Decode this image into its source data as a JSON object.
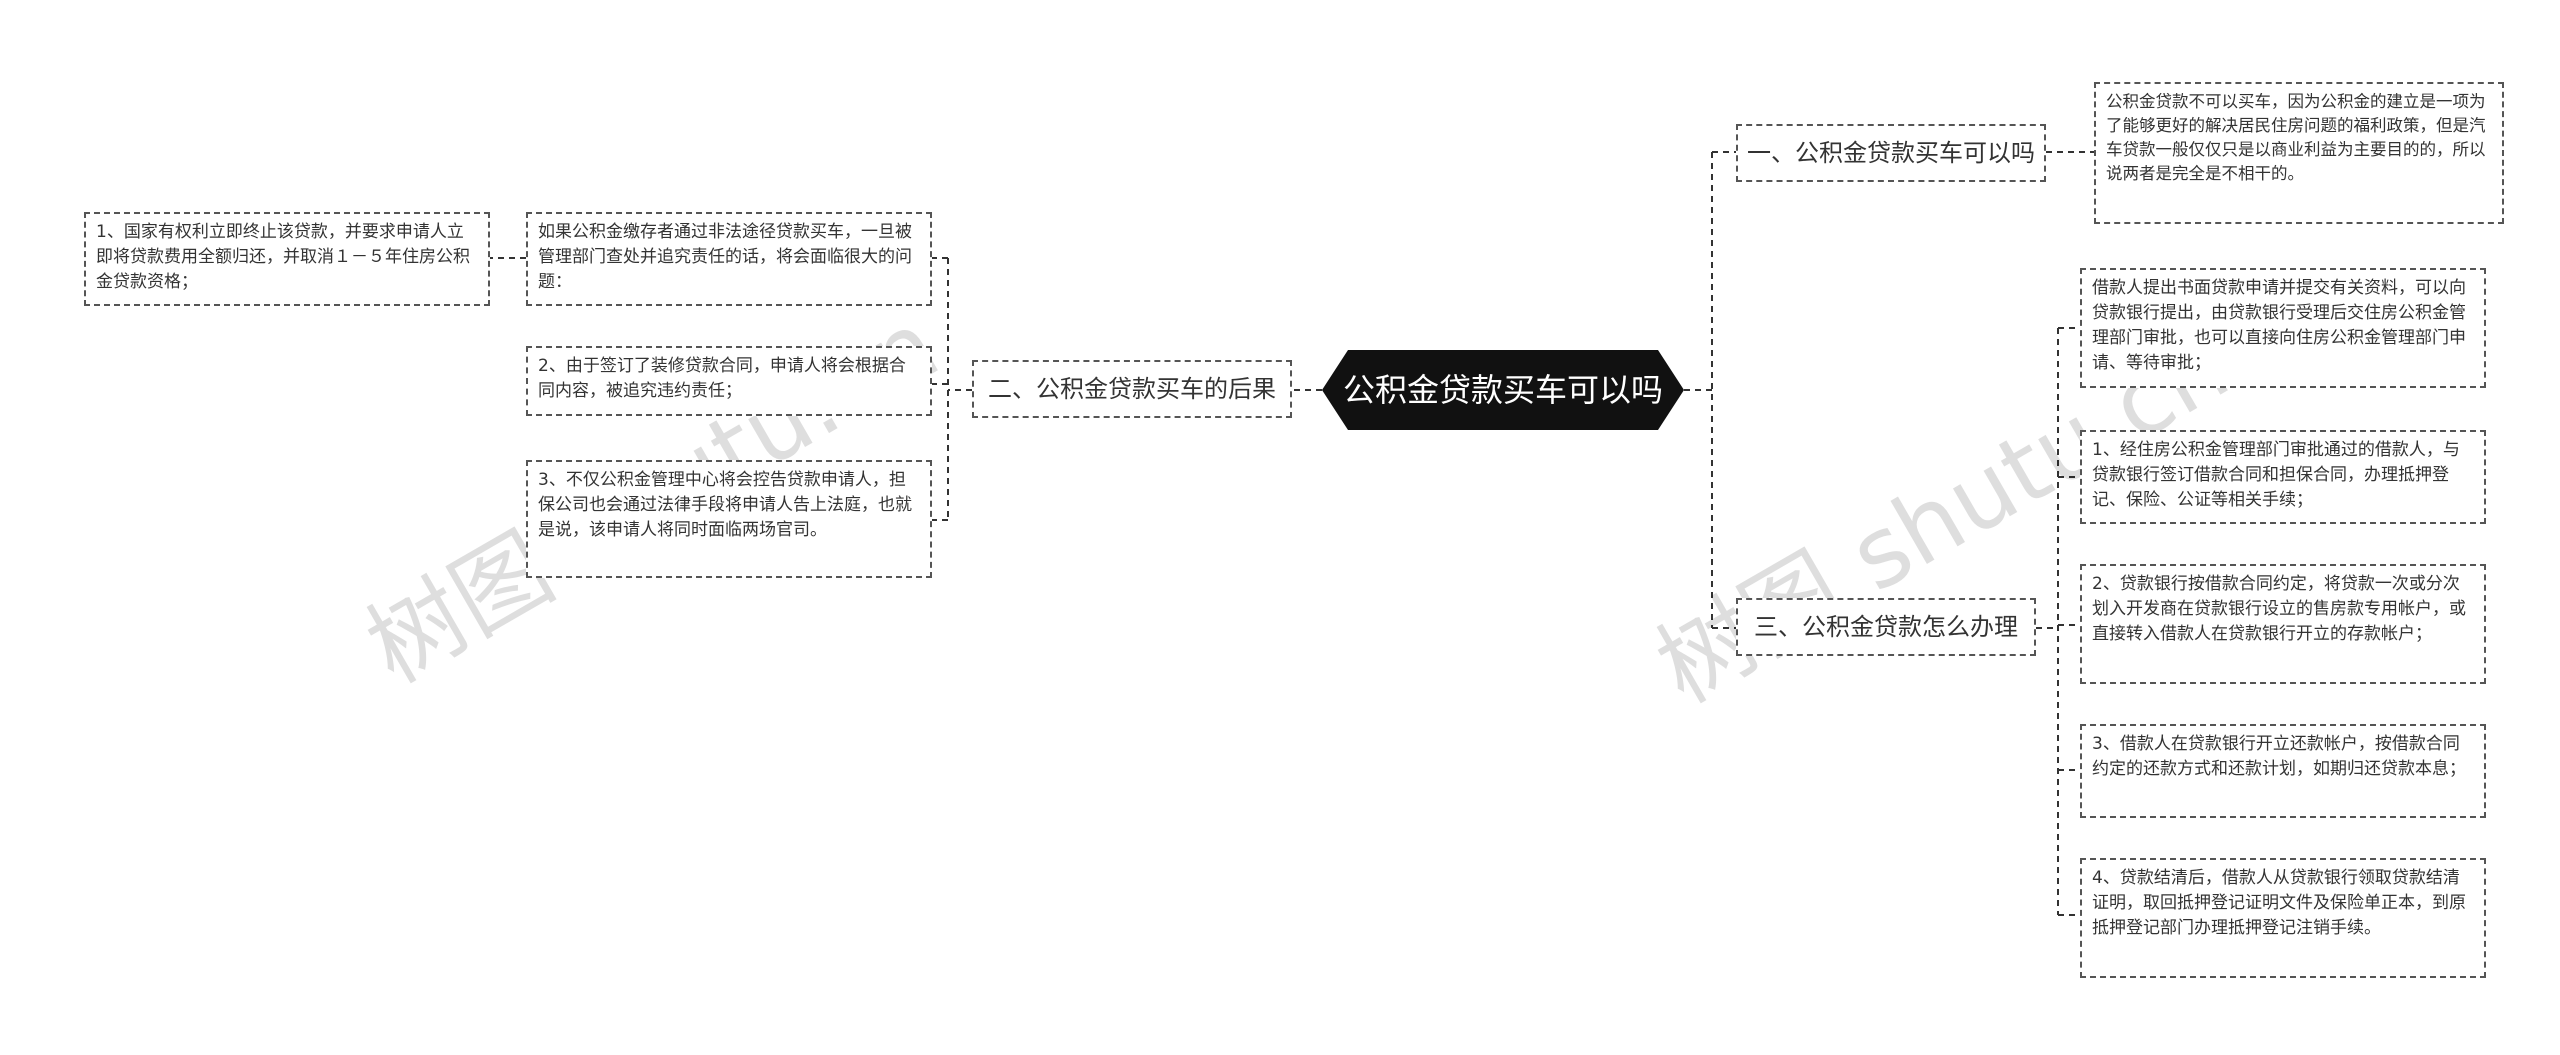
{
  "root": {
    "label": "公积金贷款买车可以吗"
  },
  "branch1": {
    "label": "一、公积金贷款买车可以吗",
    "children": [
      "公积金贷款不可以买车，因为公积金的建立是一项为了能够更好的解决居民住房问题的福利政策，但是汽车贷款一般仅仅只是以商业利益为主要目的的，所以说两者是完全是不相干的。"
    ]
  },
  "branch2": {
    "label": "二、公积金贷款买车的后果",
    "children": [
      "如果公积金缴存者通过非法途径贷款买车，一旦被管理部门查处并追究责任的话，将会面临很大的问题：",
      "2、由于签订了装修贷款合同，申请人将会根据合同内容，被追究违约责任；",
      "3、不仅公积金管理中心将会控告贷款申请人，担保公司也会通过法律手段将申请人告上法庭，也就是说，该申请人将同时面临两场官司。"
    ],
    "sub": "1、国家有权利立即终止该贷款，并要求申请人立即将贷款费用全额归还，并取消１－５年住房公积金贷款资格；"
  },
  "branch3": {
    "label": "三、公积金贷款怎么办理",
    "children": [
      "借款人提出书面贷款申请并提交有关资料，可以向贷款银行提出，由贷款银行受理后交住房公积金管理部门审批，也可以直接向住房公积金管理部门申请、等待审批；",
      "1、经住房公积金管理部门审批通过的借款人，与贷款银行签订借款合同和担保合同，办理抵押登记、保险、公证等相关手续；",
      "2、贷款银行按借款合同约定，将贷款一次或分次划入开发商在贷款银行设立的售房款专用帐户，或直接转入借款人在贷款银行开立的存款帐户；",
      "3、借款人在贷款银行开立还款帐户，按借款合同约定的还款方式和还款计划，如期归还贷款本息；",
      "4、贷款结清后，借款人从贷款银行领取贷款结清证明，取回抵押登记证明文件及保险单正本，到原抵押登记部门办理抵押登记注销手续。"
    ]
  },
  "watermark": {
    "text": "树图 shutu.cn"
  },
  "colors": {
    "root_bg": "#111111",
    "root_text": "#ffffff",
    "border": "#555555",
    "line": "#333333"
  }
}
